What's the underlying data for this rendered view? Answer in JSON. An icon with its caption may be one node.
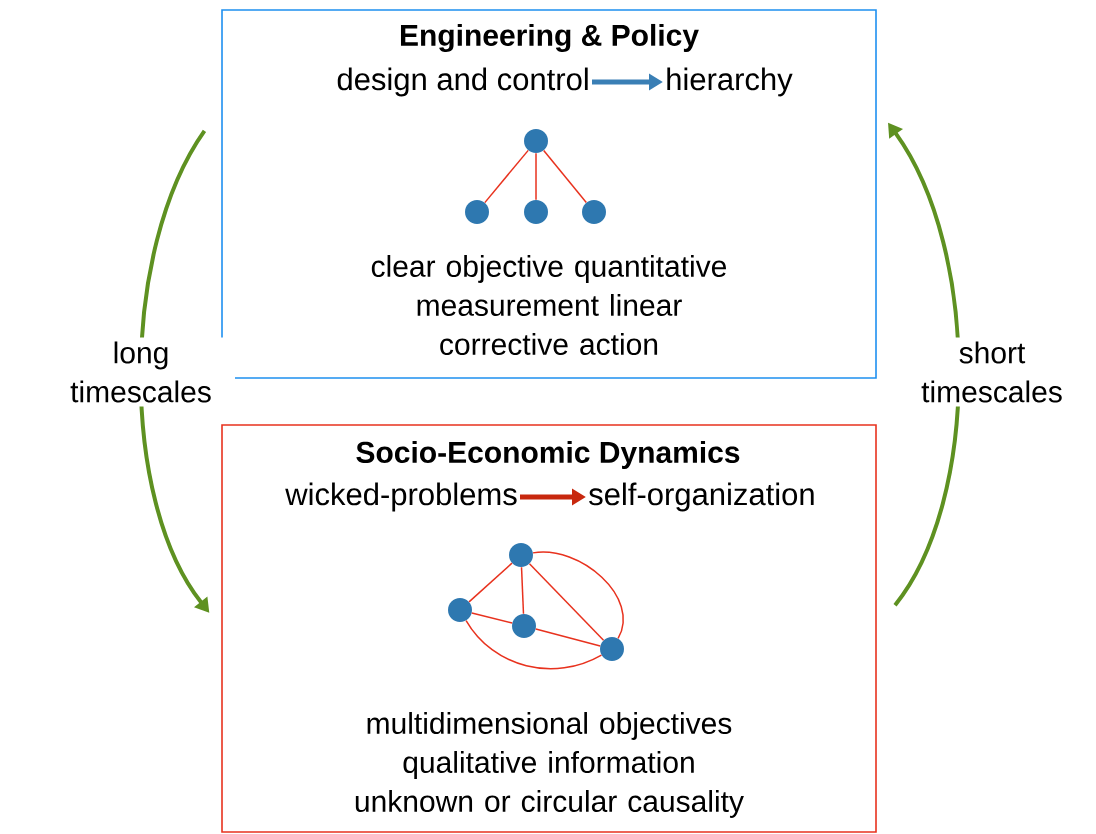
{
  "diagram": {
    "nodes": [
      {
        "text": [
          "Engineering & Policy",
          "clear objective quantitative measurement linear corrective action"
        ]
      },
      {
        "text": [
          "design and control"
        ],
        "in": 0
      },
      {
        "text": [
          "hierarchy"
        ],
        "in": 0
      },
      {
        "text": [],
        "shape": "circle",
        "in": 0
      },
      {
        "text": [],
        "shape": "circle",
        "in": 0
      },
      {
        "text": [],
        "shape": "circle",
        "in": 0
      },
      {
        "text": [],
        "shape": "circle",
        "in": 0
      },
      {
        "text": [
          "Socio-Economic Dynamics",
          "multidimensional objectives qualitative information unknown or circular causality"
        ]
      },
      {
        "text": [
          "wicked-problems"
        ],
        "in": 7
      },
      {
        "text": [
          "self-organization"
        ],
        "in": 7
      },
      {
        "text": [],
        "shape": "circle",
        "in": 7
      },
      {
        "text": [],
        "shape": "circle",
        "in": 7
      },
      {
        "text": [],
        "shape": "circle",
        "in": 7
      },
      {
        "text": [],
        "shape": "circle",
        "in": 7
      }
    ],
    "edges": [
      {
        "from": 1,
        "to": 2,
        "arrow": "to",
        "style": "thick",
        "color": "#3a7fb5"
      },
      {
        "from": 3,
        "to": 4,
        "arrow": "none"
      },
      {
        "from": 3,
        "to": 5,
        "arrow": "none"
      },
      {
        "from": 3,
        "to": 6,
        "arrow": "none"
      },
      {
        "from": 8,
        "to": 9,
        "arrow": "to",
        "style": "thick",
        "color": "#c8280e"
      },
      {
        "from": 10,
        "to": 11,
        "arrow": "none"
      },
      {
        "from": 10,
        "to": 12,
        "arrow": "none"
      },
      {
        "from": 10,
        "to": 13,
        "arrow": "none"
      },
      {
        "from": 10,
        "to": 13,
        "arrow": "none"
      },
      {
        "from": 11,
        "to": 12,
        "arrow": "none"
      },
      {
        "from": 12,
        "to": 13,
        "arrow": "none"
      },
      {
        "from": 11,
        "to": 13,
        "arrow": "none"
      },
      {
        "from": 0,
        "to": 7,
        "arrow": "to",
        "label": "long timescales",
        "style": "thick",
        "color": "#5e9121"
      },
      {
        "from": 7,
        "to": 0,
        "arrow": "to",
        "label": "short timescales",
        "style": "thick",
        "color": "#5e9121"
      }
    ]
  }
}
